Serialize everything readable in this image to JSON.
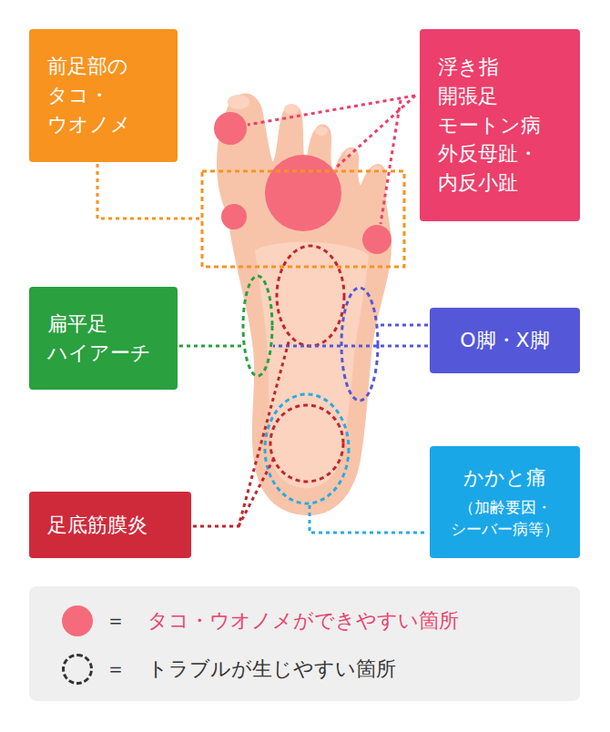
{
  "diagram": {
    "nodes": [
      {
        "text": [
          "前足部の タコ・ ウオノメ"
        ]
      },
      {
        "text": [
          "浮き指 開張足 モートン病 外反母趾・ 内反小趾"
        ]
      },
      {
        "text": [
          "扁平足 ハイアーチ"
        ]
      },
      {
        "text": [
          "O脚・X脚"
        ]
      },
      {
        "text": [
          "かかと痛",
          "（加齢要因・ シーバー病等）"
        ]
      },
      {
        "text": [
          "足底筋膜炎"
        ]
      }
    ],
    "labels": [
      "＝",
      "＝"
    ],
    "legend": [
      {
        "text": "タコ・ウオノメができやすい箇所",
        "color": "#f56b7c"
      },
      {
        "text": "トラブルが生じやすい箇所"
      }
    ]
  }
}
